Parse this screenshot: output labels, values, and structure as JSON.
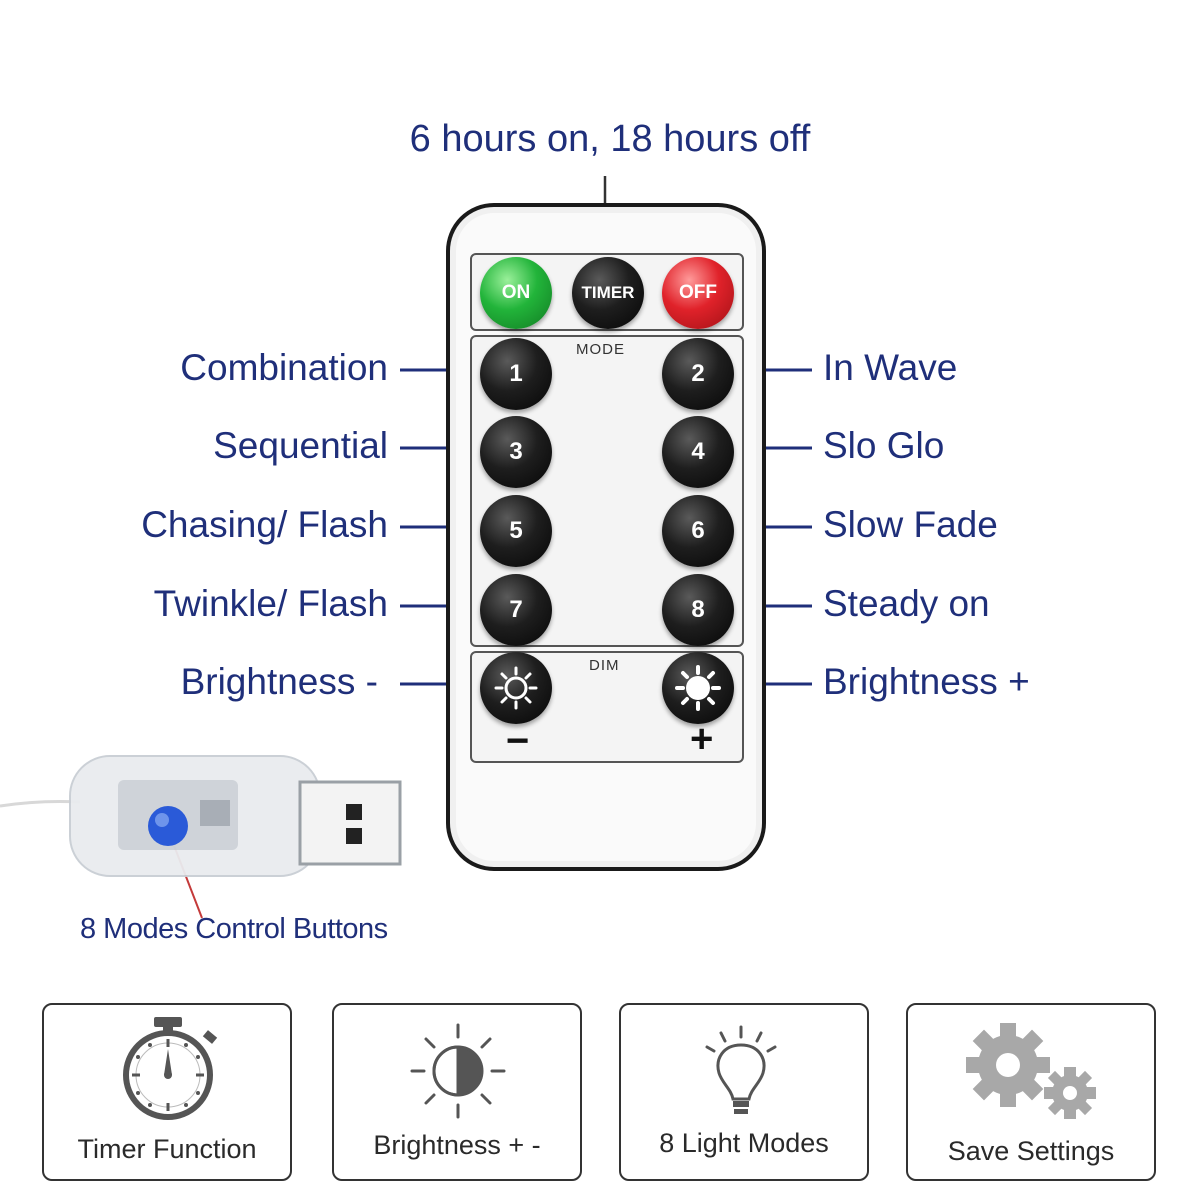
{
  "timer_note": "6 hours on, 18 hours off",
  "remote": {
    "power_buttons": {
      "on": "ON",
      "timer": "TIMER",
      "off": "OFF"
    },
    "mode_title": "MODE",
    "dim_title": "DIM",
    "mode_buttons": [
      "1",
      "2",
      "3",
      "4",
      "5",
      "6",
      "7",
      "8"
    ],
    "minus_sign": "−",
    "plus_sign": "+"
  },
  "left_labels": [
    "Combination",
    "Sequential",
    "Chasing/ Flash",
    "Twinkle/ Flash",
    "Brightness -"
  ],
  "right_labels": [
    "In Wave",
    "Slo Glo",
    "Slow Fade",
    "Steady on",
    "Brightness +"
  ],
  "usb_label": "8 Modes Control Buttons",
  "features": [
    {
      "label": "Timer Function",
      "icon": "stopwatch-icon"
    },
    {
      "label": "Brightness + -",
      "icon": "half-sun-icon"
    },
    {
      "label": "8 Light Modes",
      "icon": "light-bulb-icon"
    },
    {
      "label": "Save Settings",
      "icon": "gears-icon"
    }
  ],
  "colors": {
    "label_blue": "#1f2f7a",
    "on_green": "#22b43a",
    "off_red": "#e0222a",
    "pointer_red": "#c43a3a",
    "usb_button_blue": "#2a5ad8"
  }
}
